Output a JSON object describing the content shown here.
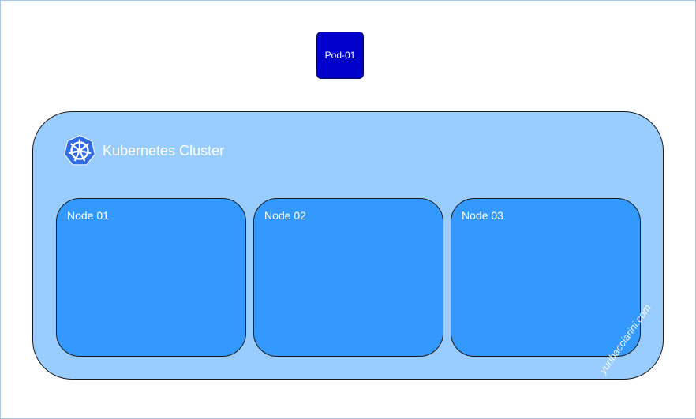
{
  "pod": {
    "label": "Pod-01",
    "color": "#0000cc"
  },
  "cluster": {
    "title": "Kubernetes Cluster",
    "icon": "kubernetes-wheel-icon",
    "icon_color": "#326ce5",
    "fill_color": "#99ccff"
  },
  "nodes": [
    {
      "label": "Node 01"
    },
    {
      "label": "Node 02"
    },
    {
      "label": "Node 03"
    }
  ],
  "node_fill_color": "#3399ff",
  "watermark": "yuribacciarini.com"
}
